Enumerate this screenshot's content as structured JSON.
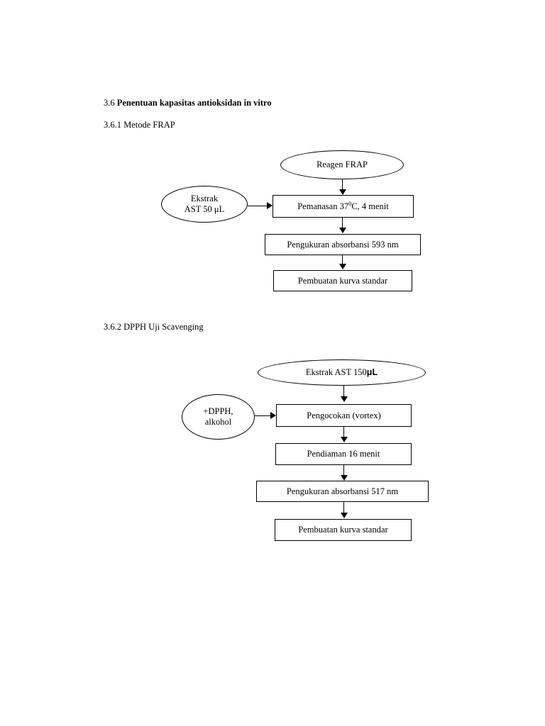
{
  "document": {
    "page_background": "#ffffff",
    "text_color": "#000000"
  },
  "headings": {
    "section_36": {
      "number": "3.6",
      "title": "Penentuan kapasitas antioksidan in vitro"
    },
    "section_361": {
      "text": "3.6.1 Metode FRAP"
    },
    "section_362": {
      "text": "3.6.2 DPPH Uji Scavenging"
    }
  },
  "diagrams": [
    {
      "id": "frap-flowchart",
      "caption": "3.6.1 Metode FRAP",
      "nodes": [
        {
          "id": "frap-reagen",
          "shape": "ellipse",
          "label": "Reagen FRAP"
        },
        {
          "id": "frap-ekstrak",
          "shape": "ellipse",
          "line1": "Ekstrak",
          "line2": "AST 50 μL"
        },
        {
          "id": "frap-pemanasan",
          "shape": "box",
          "prefix": "Pemanasan 37",
          "sup": "0",
          "suffix": "C, 4 menit"
        },
        {
          "id": "frap-pengukuran",
          "shape": "box",
          "label": "Pengukuran absorbansi 593 nm"
        },
        {
          "id": "frap-kurva",
          "shape": "box",
          "label": "Pembuatan kurva standar"
        }
      ]
    },
    {
      "id": "dpph-flowchart",
      "caption": "3.6.2 DPPH Uji Scavenging",
      "nodes": [
        {
          "id": "dpph-ekstrak",
          "shape": "ellipse",
          "prefix": "Ekstrak AST 150",
          "bold_unit": "μL"
        },
        {
          "id": "dpph-reagen",
          "shape": "ellipse",
          "line1": "+DPPH,",
          "line2": "alkohol"
        },
        {
          "id": "dpph-vortex",
          "shape": "box",
          "label": "Pengocokan (vortex)"
        },
        {
          "id": "dpph-pendiaman",
          "shape": "box",
          "label": "Pendiaman 16 menit"
        },
        {
          "id": "dpph-pengukuran",
          "shape": "box",
          "label": "Pengukuran absorbansi 517 nm"
        },
        {
          "id": "dpph-kurva",
          "shape": "box",
          "label": "Pembuatan kurva standar"
        }
      ]
    }
  ]
}
